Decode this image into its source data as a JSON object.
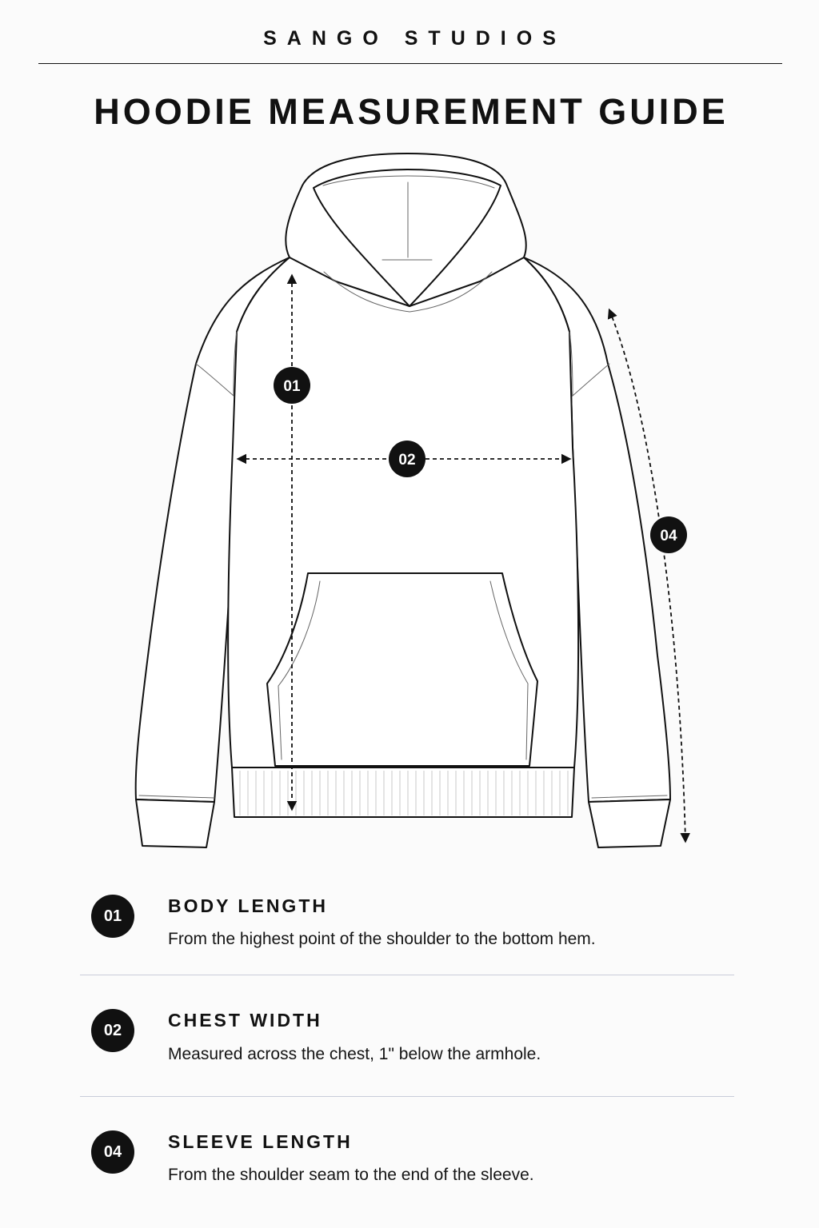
{
  "header": {
    "brand": "SANGO STUDIOS",
    "title": "HOODIE MEASUREMENT GUIDE"
  },
  "diagram": {
    "markers": [
      {
        "id": "01",
        "label": "01"
      },
      {
        "id": "02",
        "label": "02"
      },
      {
        "id": "04",
        "label": "04"
      }
    ]
  },
  "legend": [
    {
      "number": "01",
      "title": "BODY LENGTH",
      "description": "From the highest point of the shoulder to the bottom hem."
    },
    {
      "number": "02",
      "title": "CHEST WIDTH",
      "description": "Measured across the chest, 1\" below the armhole."
    },
    {
      "number": "04",
      "title": "SLEEVE LENGTH",
      "description": "From the shoulder seam to the end of the sleeve."
    }
  ]
}
